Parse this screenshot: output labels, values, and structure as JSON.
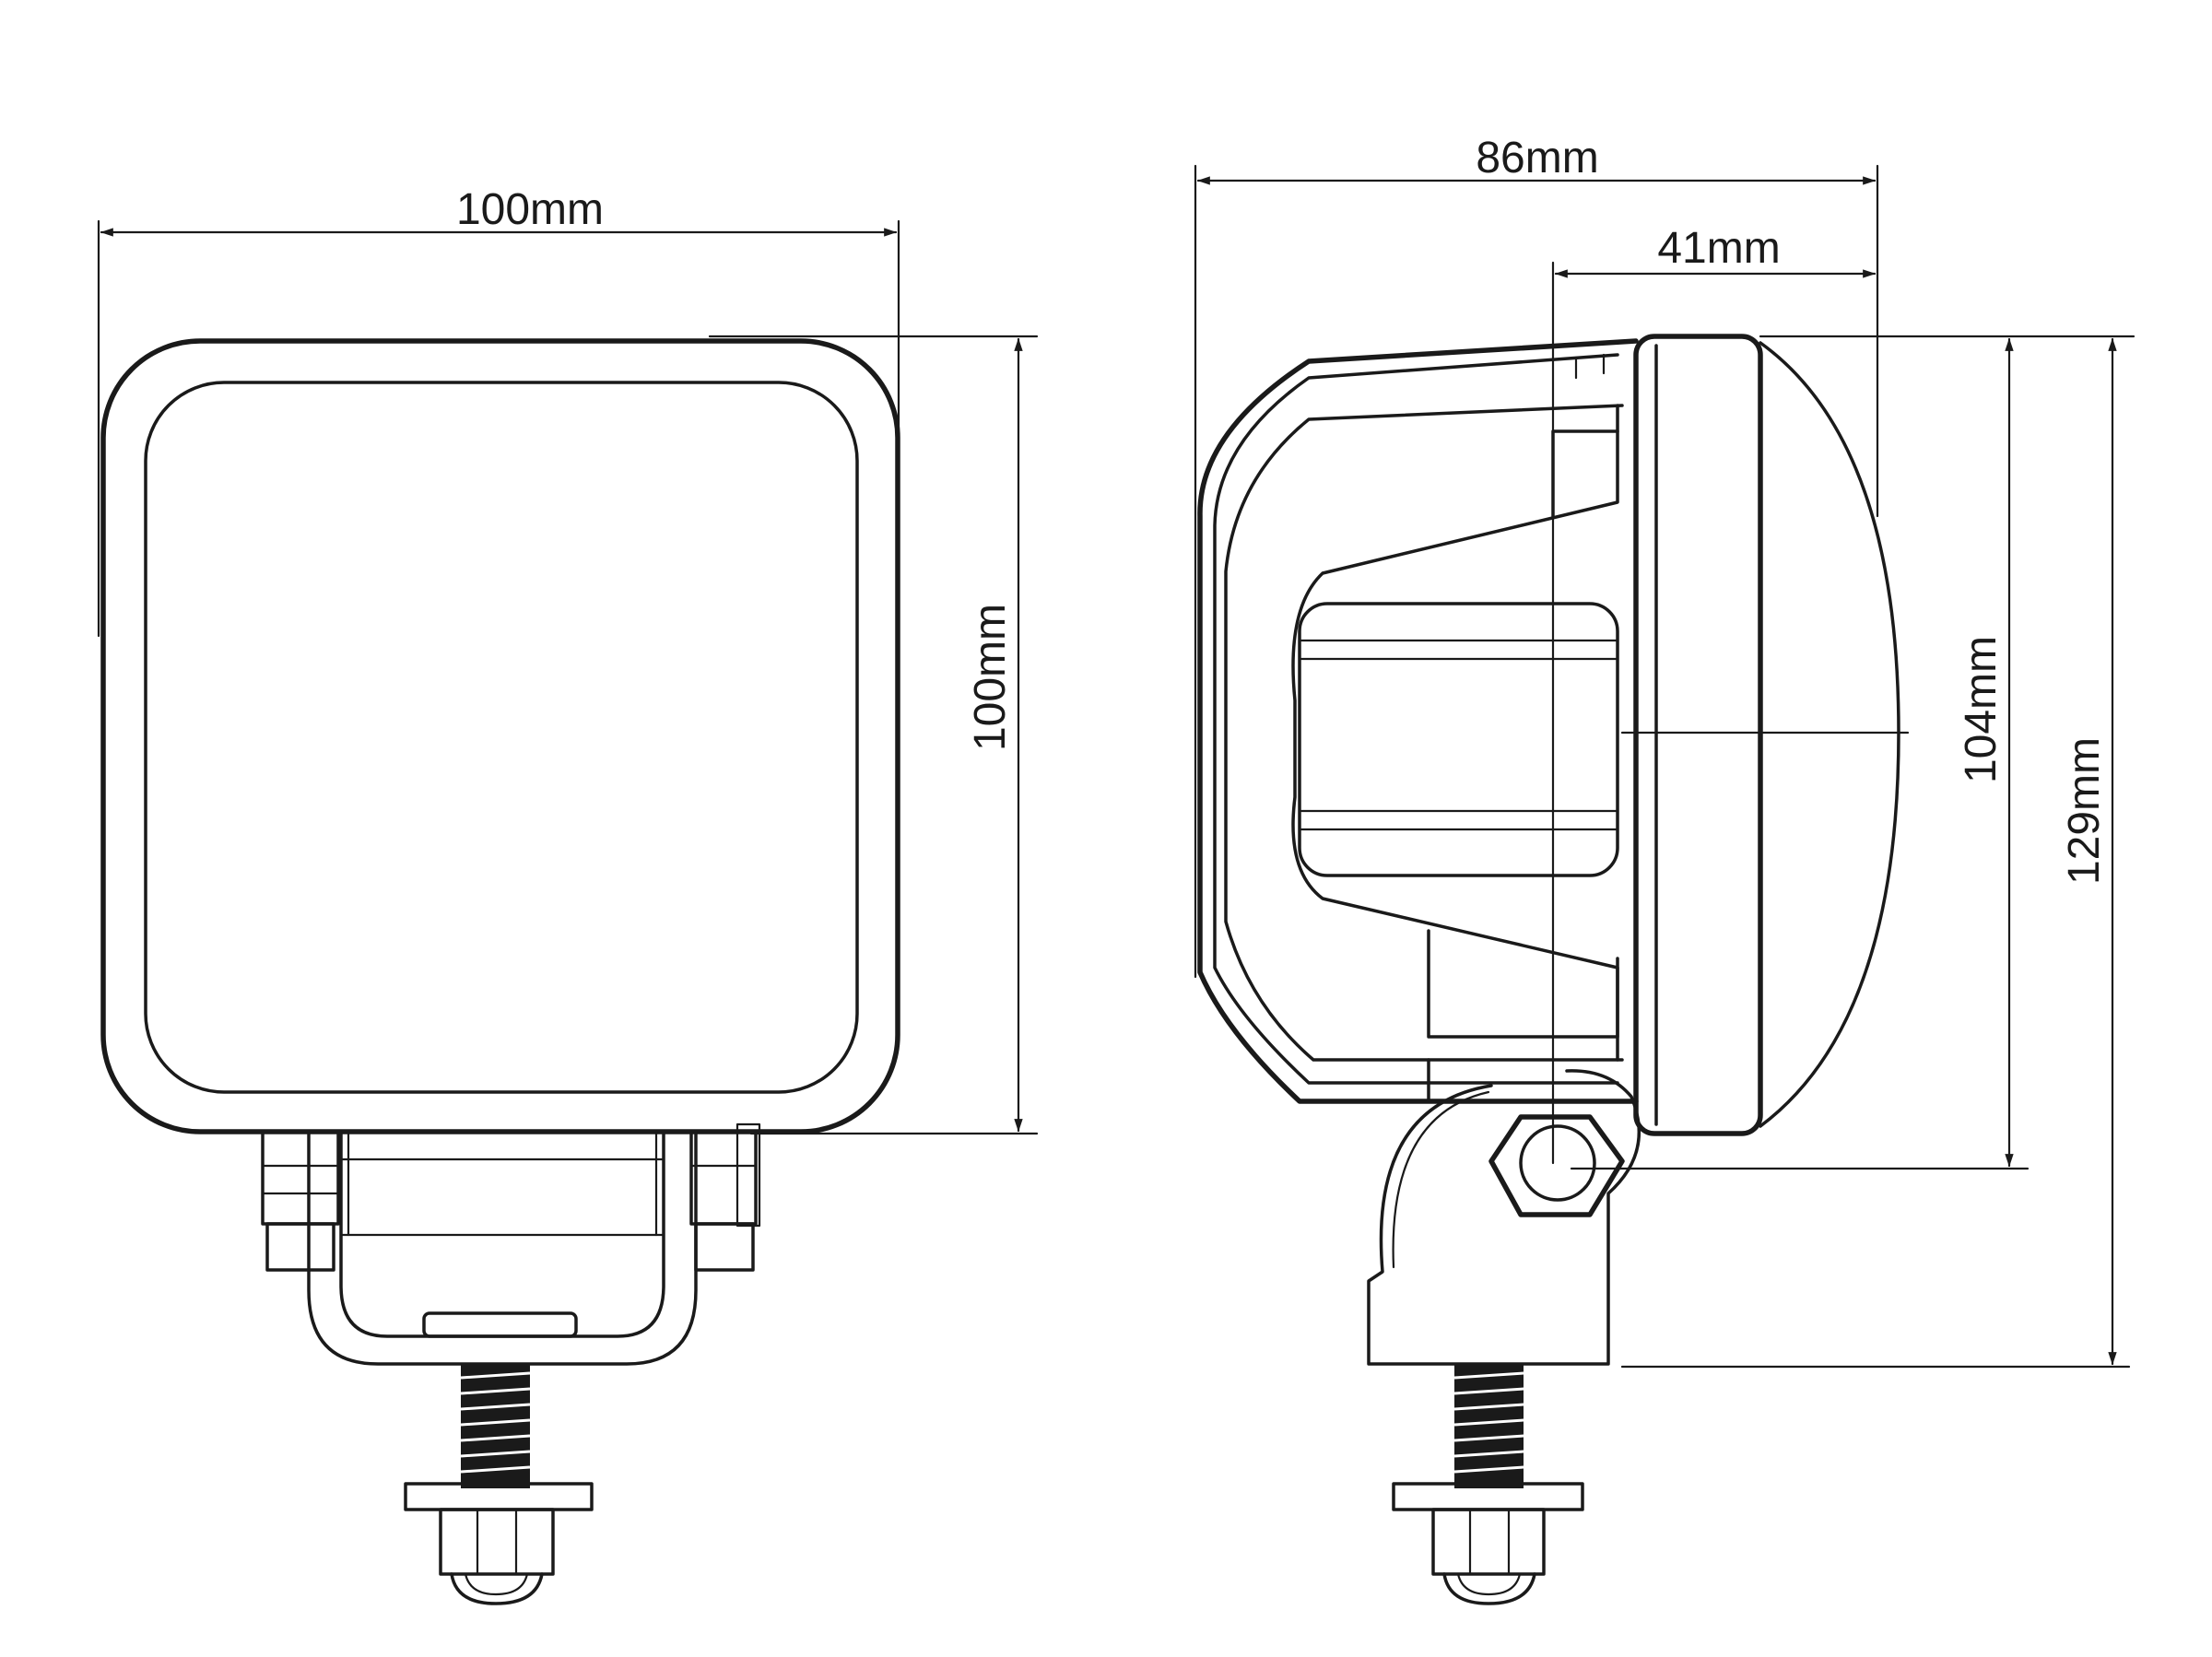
{
  "front_view": {
    "width_label": "100mm",
    "height_label": "100mm"
  },
  "side_view": {
    "depth_label": "86mm",
    "mount_offset_label": "41mm",
    "bolt_height_label": "104mm",
    "overall_height_label": "129mm"
  },
  "colors": {
    "line": "#1a1a1a",
    "background": "#ffffff"
  }
}
